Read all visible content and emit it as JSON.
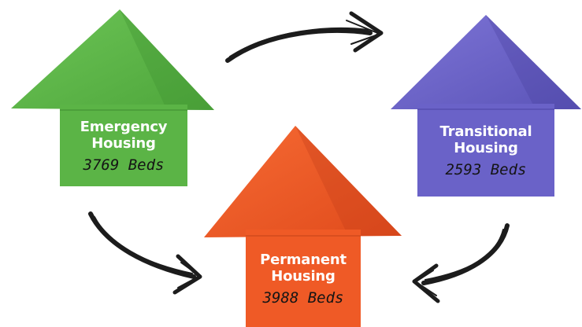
{
  "colors": {
    "emergency": "#5bb446",
    "transitional": "#6a62c8",
    "permanent": "#ef5a26",
    "arrow": "#1c1c1c"
  },
  "houses": [
    {
      "title1": "Emergency",
      "title2": "Housing",
      "beds": "3769 Beds"
    },
    {
      "title1": "Transitional",
      "title2": "Housing",
      "beds": "2593 Beds"
    },
    {
      "title1": "Permanent",
      "title2": "Housing",
      "beds": "3988 Beds"
    }
  ],
  "icons": [
    "house-arrow-icon",
    "curved-arrow-icon"
  ]
}
